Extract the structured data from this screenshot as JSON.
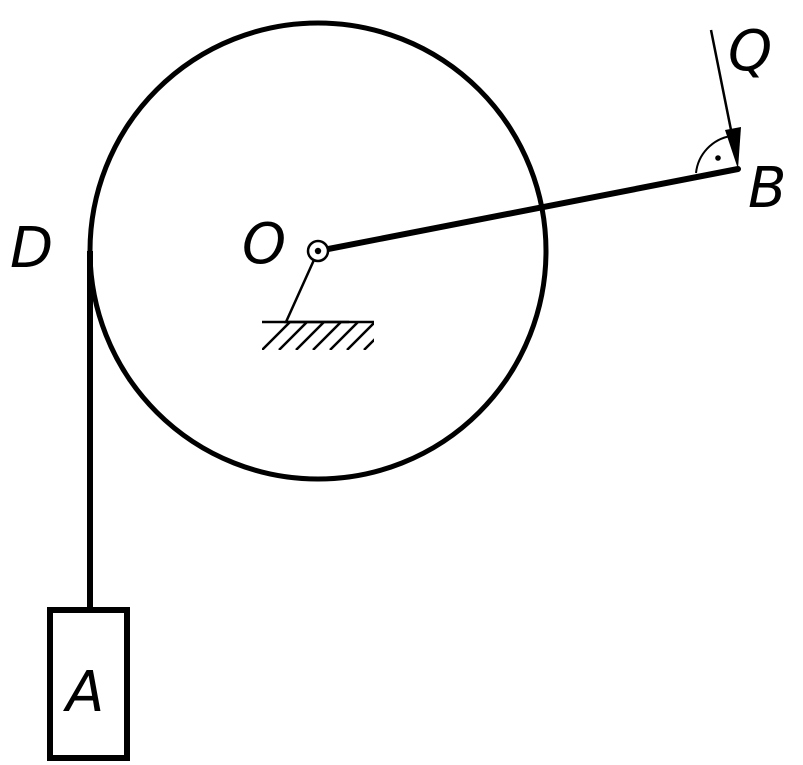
{
  "labels": {
    "q": "Q",
    "b": "B",
    "d": "D",
    "o": "O",
    "a": "A"
  },
  "colors": {
    "stroke": "#000000",
    "background": "#ffffff"
  }
}
